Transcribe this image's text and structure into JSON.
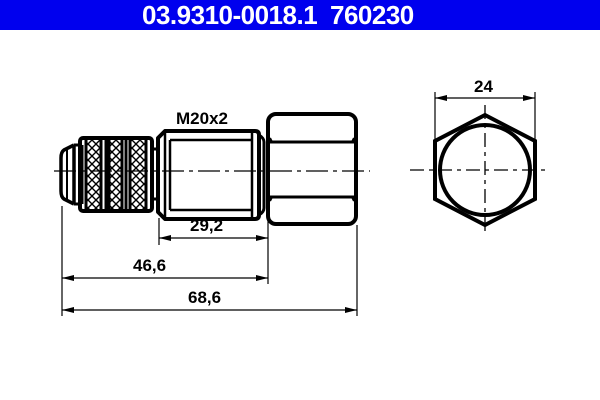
{
  "header": {
    "part_number": "03.9310-0018.1",
    "article_code": "760230",
    "background_color": "#0000ee",
    "text_color": "#ffffff"
  },
  "drawing": {
    "thread_label": "M20x2",
    "dimensions": {
      "thread_length": "29,2",
      "length_to_hex": "46,6",
      "overall_length": "68,6",
      "hex_width": "24"
    },
    "views": [
      "side-view",
      "end-view-hex"
    ]
  }
}
